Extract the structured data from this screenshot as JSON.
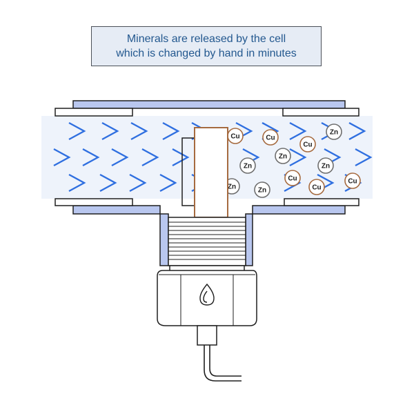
{
  "caption": {
    "line1": "Minerals are released by the cell",
    "line2": "which is changed by hand in minutes"
  },
  "ions": [
    {
      "symbol": "Cu",
      "metal": "copper"
    },
    {
      "symbol": "Cu",
      "metal": "copper"
    },
    {
      "symbol": "Zn",
      "metal": "zinc"
    },
    {
      "symbol": "Cu",
      "metal": "copper"
    },
    {
      "symbol": "Zn",
      "metal": "zinc"
    },
    {
      "symbol": "Zn",
      "metal": "zinc"
    },
    {
      "symbol": "Zn",
      "metal": "zinc"
    },
    {
      "symbol": "Cu",
      "metal": "copper"
    },
    {
      "symbol": "Cu",
      "metal": "copper"
    },
    {
      "symbol": "Cu",
      "metal": "copper"
    },
    {
      "symbol": "Zn",
      "metal": "zinc"
    },
    {
      "symbol": "Zn",
      "metal": "zinc"
    }
  ],
  "colors": {
    "water_flow": "#2f6fe0",
    "pipe_fill": "#eef3fb",
    "pipe_wall": "#b9c7ef",
    "copper": "#a56a3f",
    "zinc": "#6e6e6e",
    "outline": "#1e1e1e"
  },
  "icons": {
    "cartridge_logo": "water-drop-icon"
  }
}
